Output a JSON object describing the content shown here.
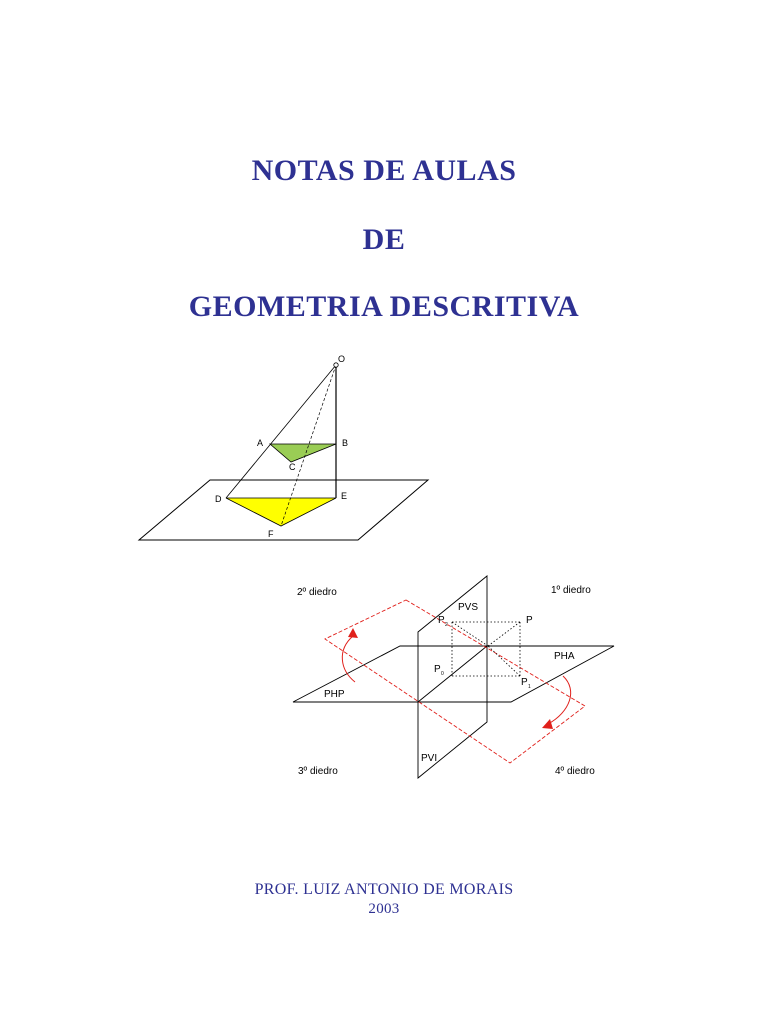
{
  "cover": {
    "title_line1": "NOTAS DE AULAS",
    "title_line2": "DE",
    "title_line3": "GEOMETRIA DESCRITIVA",
    "author": "PROF. LUIZ ANTONIO DE MORAIS",
    "year": "2003"
  },
  "figure_projection": {
    "point_labels": [
      "O",
      "A",
      "B",
      "C",
      "D",
      "E",
      "F"
    ],
    "colors": {
      "upper_triangle": "#9acd55",
      "lower_triangle": "#ffff00"
    }
  },
  "figure_dihedra": {
    "dihedron_labels": [
      "2º diedro",
      "1º diedro",
      "3º diedro",
      "4º diedro"
    ],
    "plane_labels": [
      "PVS",
      "PHA",
      "PHP",
      "PVI"
    ],
    "point_label": "P",
    "sub_labels": [
      "2",
      "0",
      "1"
    ],
    "colors": {
      "rotation": "#e0201b"
    }
  }
}
